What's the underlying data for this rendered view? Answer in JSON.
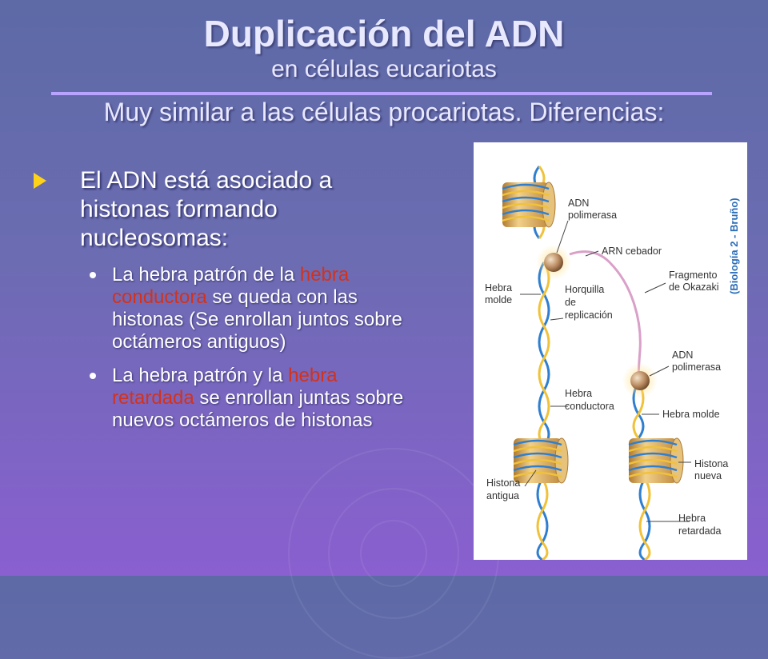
{
  "title": {
    "main": "Duplicación del ADN",
    "sub": "en células eucariotas",
    "sub2": "Muy similar a las células procariotas. Diferencias:"
  },
  "bullets": {
    "main": "El ADN está asociado a histonas formando nucleosomas:",
    "items": [
      {
        "pre": "La hebra patrón de la ",
        "highlight": "hebra conductora",
        "post": " se queda con las histonas (Se enrollan juntos sobre octámeros antiguos)"
      },
      {
        "pre": "La hebra patrón y la ",
        "highlight": "hebra retardada",
        "post": " se enrollan juntas sobre nuevos octámeros de histonas"
      }
    ]
  },
  "figure": {
    "credit": "(Biología 2 - Bruño)",
    "labels": {
      "adn_polimerasa_1_a": "ADN",
      "adn_polimerasa_1_b": "polimerasa",
      "arn_cebador": "ARN cebador",
      "fragmento_okazaki_a": "Fragmento",
      "fragmento_okazaki_b": "de Okazaki",
      "hebra_molde_1_a": "Hebra",
      "hebra_molde_1_b": "molde",
      "horquilla_a": "Horquilla",
      "horquilla_b": "de",
      "horquilla_c": "replicación",
      "adn_polimerasa_2_a": "ADN",
      "adn_polimerasa_2_b": "polimerasa",
      "hebra_conductora_a": "Hebra",
      "hebra_conductora_b": "conductora",
      "hebra_molde_2": "Hebra molde",
      "histona_nueva_a": "Histona",
      "histona_nueva_b": "nueva",
      "histona_antigua_a": "Histona",
      "histona_antigua_b": "antigua",
      "hebra_retardada_a": "Hebra",
      "hebra_retardada_b": "retardada"
    }
  },
  "colors": {
    "bg_top": "#5d6aa6",
    "bg_bottom": "#8a5fd0",
    "title_text": "#e8e8ff",
    "rule": "#b8a4ff",
    "bullet_arrow": "#ffd21a",
    "highlight": "#d2321c",
    "histone": "#d9a860",
    "dna_blue": "#2f7fd0",
    "dna_yellow": "#f0c23a",
    "dna_pink": "#d9a0c8",
    "credit": "#2a6db8"
  }
}
